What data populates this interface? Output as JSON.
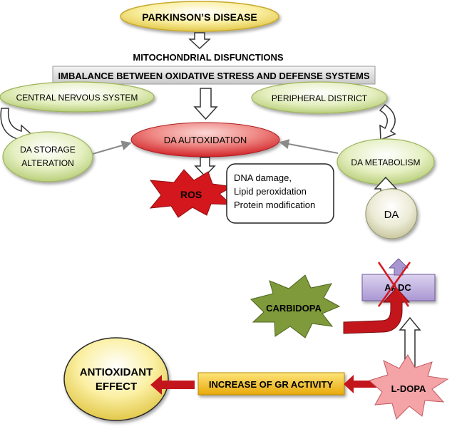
{
  "title": "PARKINSON’S DISEASE",
  "mito": "MITOCHONDRIAL DISFUNCTIONS",
  "imbalance": "IMBALANCE BETWEEN OXIDATIVE STRESS AND DEFENSE SYSTEMS",
  "cns": "CENTRAL NERVOUS SYSTEM",
  "peripheral": "PERIPHERAL DISTRICT",
  "da_storage": [
    "DA STORAGE",
    "ALTERATION"
  ],
  "da_autox": "DA AUTOXIDATION",
  "da_metab": "DA METABOLISM",
  "ros": "ROS",
  "damage": [
    "DNA damage,",
    "Lipid peroxidation",
    "Protein modification"
  ],
  "da": "DA",
  "aadc": "AADC",
  "carbidopa": "CARBIDOPA",
  "antioxidant": [
    "ANTIOXIDANT",
    "EFFECT"
  ],
  "gr": "INCREASE OF GR ACTIVITY",
  "ldopa": "L-DOPA",
  "colors": {
    "yellow_oval": "#f5e25a",
    "green_oval": "#d8e8a6",
    "red_oval": "#e4474b",
    "ros_star": "#d4171c",
    "carbidopa_star": "#7e9a3a",
    "ldopa_star": "#f4a3a7",
    "aadc_box": "#c2b2e0",
    "gr_box": "#f2c01c",
    "da_circle": "#e3e3c6",
    "red_arrow": "#c3161c"
  }
}
